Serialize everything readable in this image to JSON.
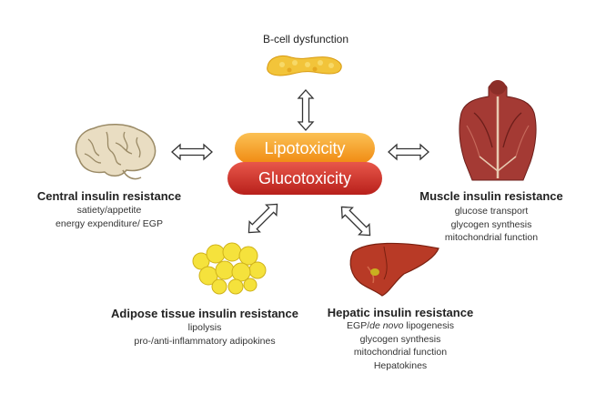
{
  "center": {
    "lipotoxicity": "Lipotoxicity",
    "glucotoxicity": "Glucotoxicity"
  },
  "beta_cell": {
    "title": "B-cell dysfunction",
    "icon": "pancreas-icon"
  },
  "central": {
    "title": "Central insulin resistance",
    "items": [
      "satiety/appetite",
      "energy expenditure/ EGP"
    ],
    "icon": "brain-icon"
  },
  "muscle": {
    "title": "Muscle insulin resistance",
    "items": [
      "glucose transport",
      "glycogen synthesis",
      "mitochondrial function"
    ],
    "icon": "muscle-back-icon"
  },
  "adipose": {
    "title": "Adipose tissue  insulin resistance",
    "items": [
      "lipolysis",
      "pro-/anti-inflammatory adipokines"
    ],
    "icon": "fat-cells-icon"
  },
  "hepatic": {
    "title": "Hepatic insulin resistance",
    "item1_prefix": "EGP/",
    "item1_italic": "de novo",
    "item1_suffix": " lipogenesis",
    "items": [
      "glycogen synthesis",
      "mitochondrial function",
      "Hepatokines"
    ],
    "icon": "liver-icon"
  },
  "colors": {
    "lipotoxicity": "#f39a1e",
    "glucotoxicity": "#d8342c"
  }
}
